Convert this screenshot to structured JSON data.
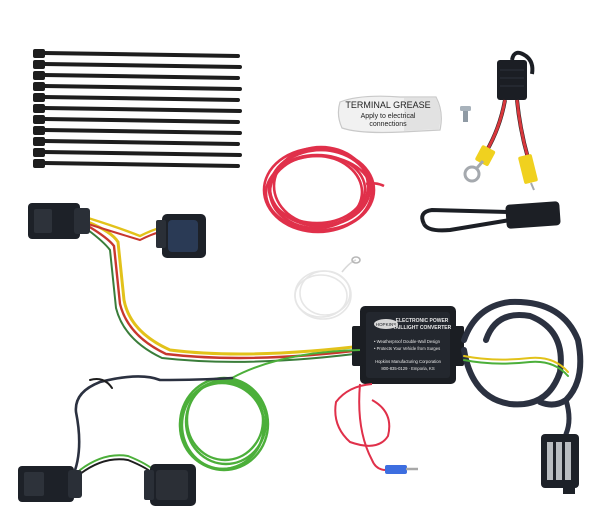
{
  "grease_packet": {
    "brand": "TERMINAL GREASE",
    "line1": "Apply to electrical",
    "line2": "connections"
  },
  "converter_box": {
    "brand": "HOPKINS",
    "title1": "ELECTRONIC POWER",
    "title2": "TAILLIGHT CONVERTER",
    "bullet1": "• Weatherproof Double-Wall Design",
    "bullet2": "• Protects Your Vehicle from Surges",
    "footer1": "Hopkins Manufacturing Corporation",
    "footer2": "800-835-0129 · Emporia, KS"
  },
  "colors": {
    "background": "#ffffff",
    "cable_sheath": "#2b3140",
    "red_wire": "#e0304a",
    "green_wire": "#4caf3a",
    "yellow_wire": "#e2c21a",
    "connector_black": "#1d2128"
  }
}
